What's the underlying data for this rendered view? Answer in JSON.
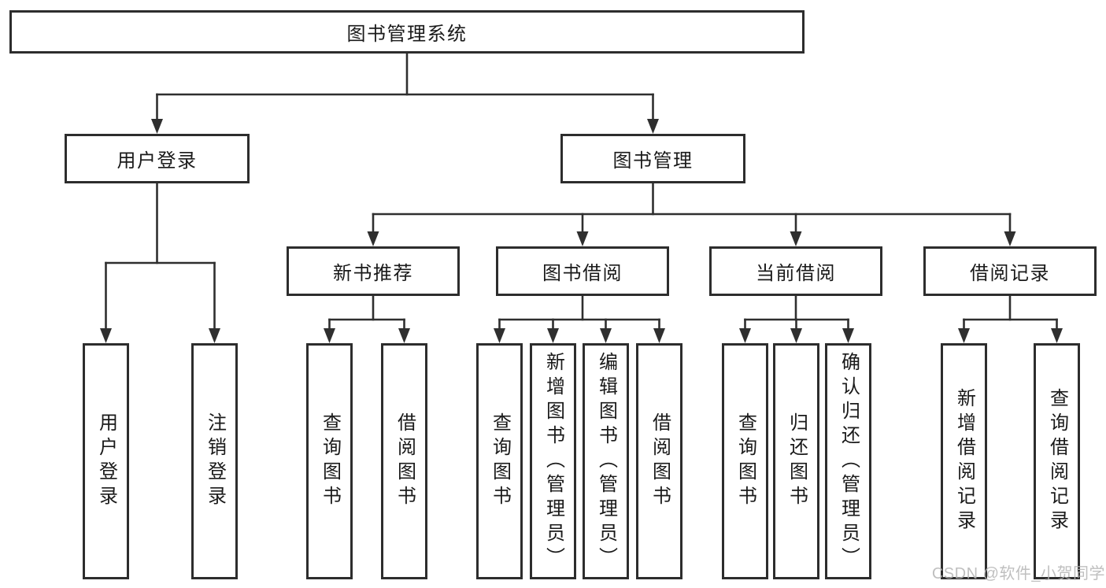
{
  "tree": {
    "root": {
      "label": "图书管理系统"
    },
    "children": [
      {
        "label": "用户登录",
        "children": [
          {
            "label": "用户登录"
          },
          {
            "label": "注销登录"
          }
        ]
      },
      {
        "label": "图书管理",
        "children": [
          {
            "label": "新书推荐",
            "children": [
              {
                "label": "查询图书"
              },
              {
                "label": "借阅图书"
              }
            ]
          },
          {
            "label": "图书借阅",
            "children": [
              {
                "label": "查询图书"
              },
              {
                "label": "新增图书（管理员）"
              },
              {
                "label": "编辑图书（管理员）"
              },
              {
                "label": "借阅图书"
              }
            ]
          },
          {
            "label": "当前借阅",
            "children": [
              {
                "label": "查询图书"
              },
              {
                "label": "归还图书"
              },
              {
                "label": "确认归还（管理员）"
              }
            ]
          },
          {
            "label": "借阅记录",
            "children": [
              {
                "label": "新增借阅记录"
              },
              {
                "label": "查询借阅记录"
              }
            ]
          }
        ]
      }
    ]
  },
  "watermark": "CSDN @软件_小贺同学",
  "colors": {
    "line": "#2f2f2f",
    "box_border": "#2d2d2d",
    "text": "#1a1a1a",
    "watermark": "#b5b5b5",
    "background": "#ffffff"
  }
}
